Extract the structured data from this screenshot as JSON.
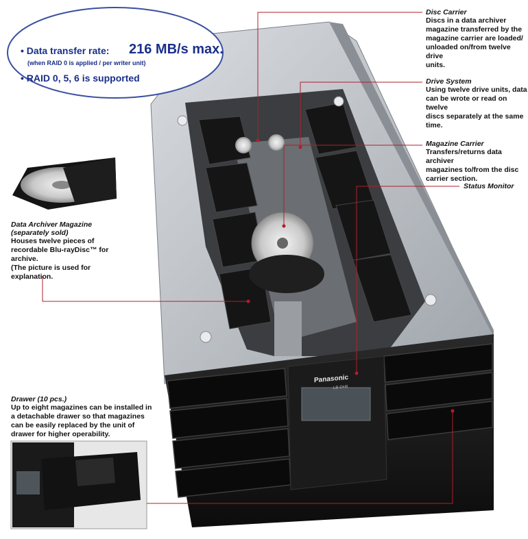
{
  "specs": {
    "transfer_label": "• Data transfer rate:",
    "transfer_value": "216 MB/s max.",
    "transfer_note": "(when RAID 0 is applied / per writer unit)",
    "raid": "• RAID 0, 5, 6 is supported"
  },
  "callouts": {
    "disc_carrier": {
      "title": "Disc Carrier",
      "body": [
        "Discs in a data archiver",
        "magazine transferred by the",
        "magazine carrier are loaded/",
        "unloaded on/from twelve drive",
        "units."
      ]
    },
    "drive_system": {
      "title": "Drive System",
      "body": [
        "Using twelve drive units, data",
        "can be wrote or read on twelve",
        "discs separately at the same",
        "time."
      ]
    },
    "magazine_carrier": {
      "title": "Magazine Carrier",
      "body": [
        "Transfers/returns data archiver",
        "magazines to/from the disc",
        "carrier section."
      ]
    },
    "status_monitor": {
      "title": "Status Monitor"
    },
    "data_archiver_magazine": {
      "title": [
        "Data Archiver Magazine",
        "(separately sold)"
      ],
      "body": [
        "Houses twelve pieces of",
        "recordable Blu-rayDisc™ for",
        "archive.",
        "(The picture is used for",
        "explanation."
      ]
    },
    "drawer": {
      "title": "Drawer (10 pcs.)",
      "body": [
        "Up to eight magazines can be installed in",
        "a detachable drawer so that magazines",
        "can be easily replaced by the unit of",
        "drawer for higher operability."
      ]
    }
  },
  "device": {
    "brand": "Panasonic",
    "model": "LB-DH8"
  },
  "colors": {
    "leader": "#b01e2c",
    "spec_text": "#1a2e8a",
    "oval_border": "#3a4fa0"
  }
}
